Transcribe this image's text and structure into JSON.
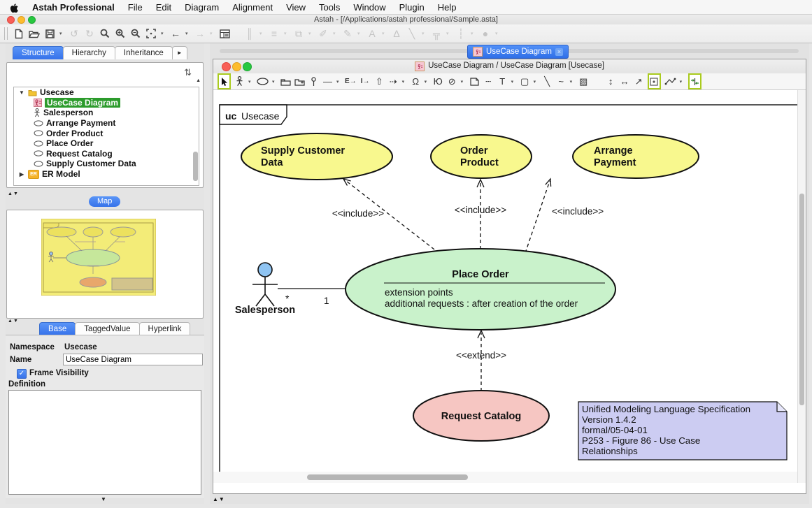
{
  "window": {
    "title": "Astah - [/Applications/astah professional/Sample.asta]"
  },
  "menubar": {
    "app_name": "Astah Professional",
    "items": [
      "File",
      "Edit",
      "Diagram",
      "Alignment",
      "View",
      "Tools",
      "Window",
      "Plugin",
      "Help"
    ]
  },
  "icons": {
    "caret": "▾",
    "undo": "↺",
    "redo": "↻",
    "back": "←",
    "forward": "→",
    "align": "║",
    "distribute": "≡",
    "stack": "⧉",
    "pen": "✐",
    "pencil": "✎",
    "font_a": "A",
    "font_delta": "Δ",
    "diag_line": "╲",
    "tree": "╦",
    "layout": "┆",
    "color_dot": "●",
    "line": "—",
    "extend_tool": "E→",
    "include_tool": "I→",
    "generalization": "⇧",
    "dependency": "⇢",
    "boundary": "Ω",
    "anchor_link": "Ю",
    "oval_slash": "⊘",
    "dashes": "┄",
    "text_t": "T",
    "rect": "▢",
    "curve": "~",
    "image": "▨",
    "dist_v": "↕",
    "dist_h": "↔",
    "dart": "↗",
    "sync": "⇅",
    "up": "▲",
    "down": "▼",
    "close": "×",
    "check": "✓",
    "more": "►",
    "expand_open": "▼",
    "expand_closed": "▶"
  },
  "sidebar": {
    "tabs": {
      "structure": "Structure",
      "hierarchy": "Hierarchy",
      "inheritance": "Inheritance"
    },
    "tree": {
      "root": "Usecase",
      "items": [
        "UseCase Diagram",
        "Salesperson",
        "Arrange Payment",
        "Order Product",
        "Place Order",
        "Request Catalog",
        "Supply Customer Data"
      ],
      "er_model": "ER Model",
      "er_badge": "ER"
    },
    "map_button": "Map",
    "props": {
      "tabs": {
        "base": "Base",
        "tagged": "TaggedValue",
        "hyperlink": "Hyperlink"
      },
      "namespace_label": "Namespace",
      "namespace_value": "Usecase",
      "name_label": "Name",
      "name_value": "UseCase Diagram",
      "frame_visibility": "Frame Visibility",
      "definition_label": "Definition",
      "definition_value": ""
    }
  },
  "canvas": {
    "tab": "UseCase Diagram",
    "window_title": "UseCase Diagram / UseCase Diagram [Usecase]",
    "frame": {
      "keyword": "uc",
      "name": "Usecase"
    }
  },
  "diagram": {
    "usecases": {
      "supply": {
        "line1": "Supply Customer",
        "line2": "Data"
      },
      "order": {
        "line1": "Order",
        "line2": "Product"
      },
      "arrange": {
        "line1": "Arrange",
        "line2": "Payment"
      },
      "place": {
        "title": "Place Order",
        "ext_label": "extension points",
        "ext_value": "additional requests : after creation of the order"
      },
      "request": {
        "title": "Request Catalog"
      }
    },
    "actor": {
      "name": "Salesperson",
      "mult_star": "*",
      "mult_one": "1"
    },
    "labels": {
      "include": "<<include>>",
      "extend": "<<extend>>"
    },
    "note": [
      "Unified Modeling Language Specification",
      "Version 1.4.2",
      "formal/05-04-01",
      "P253 - Figure 86 - Use Case",
      "Relationships"
    ],
    "colors": {
      "usecase_fill": "#f8f88e",
      "place_fill": "#c9f2cb",
      "request_fill": "#f6c6c2",
      "note_fill": "#ccccf2",
      "actor_head": "#8fc4f2",
      "select_green": "#2c9b2c",
      "tab_blue": "#3e7ff2"
    }
  }
}
